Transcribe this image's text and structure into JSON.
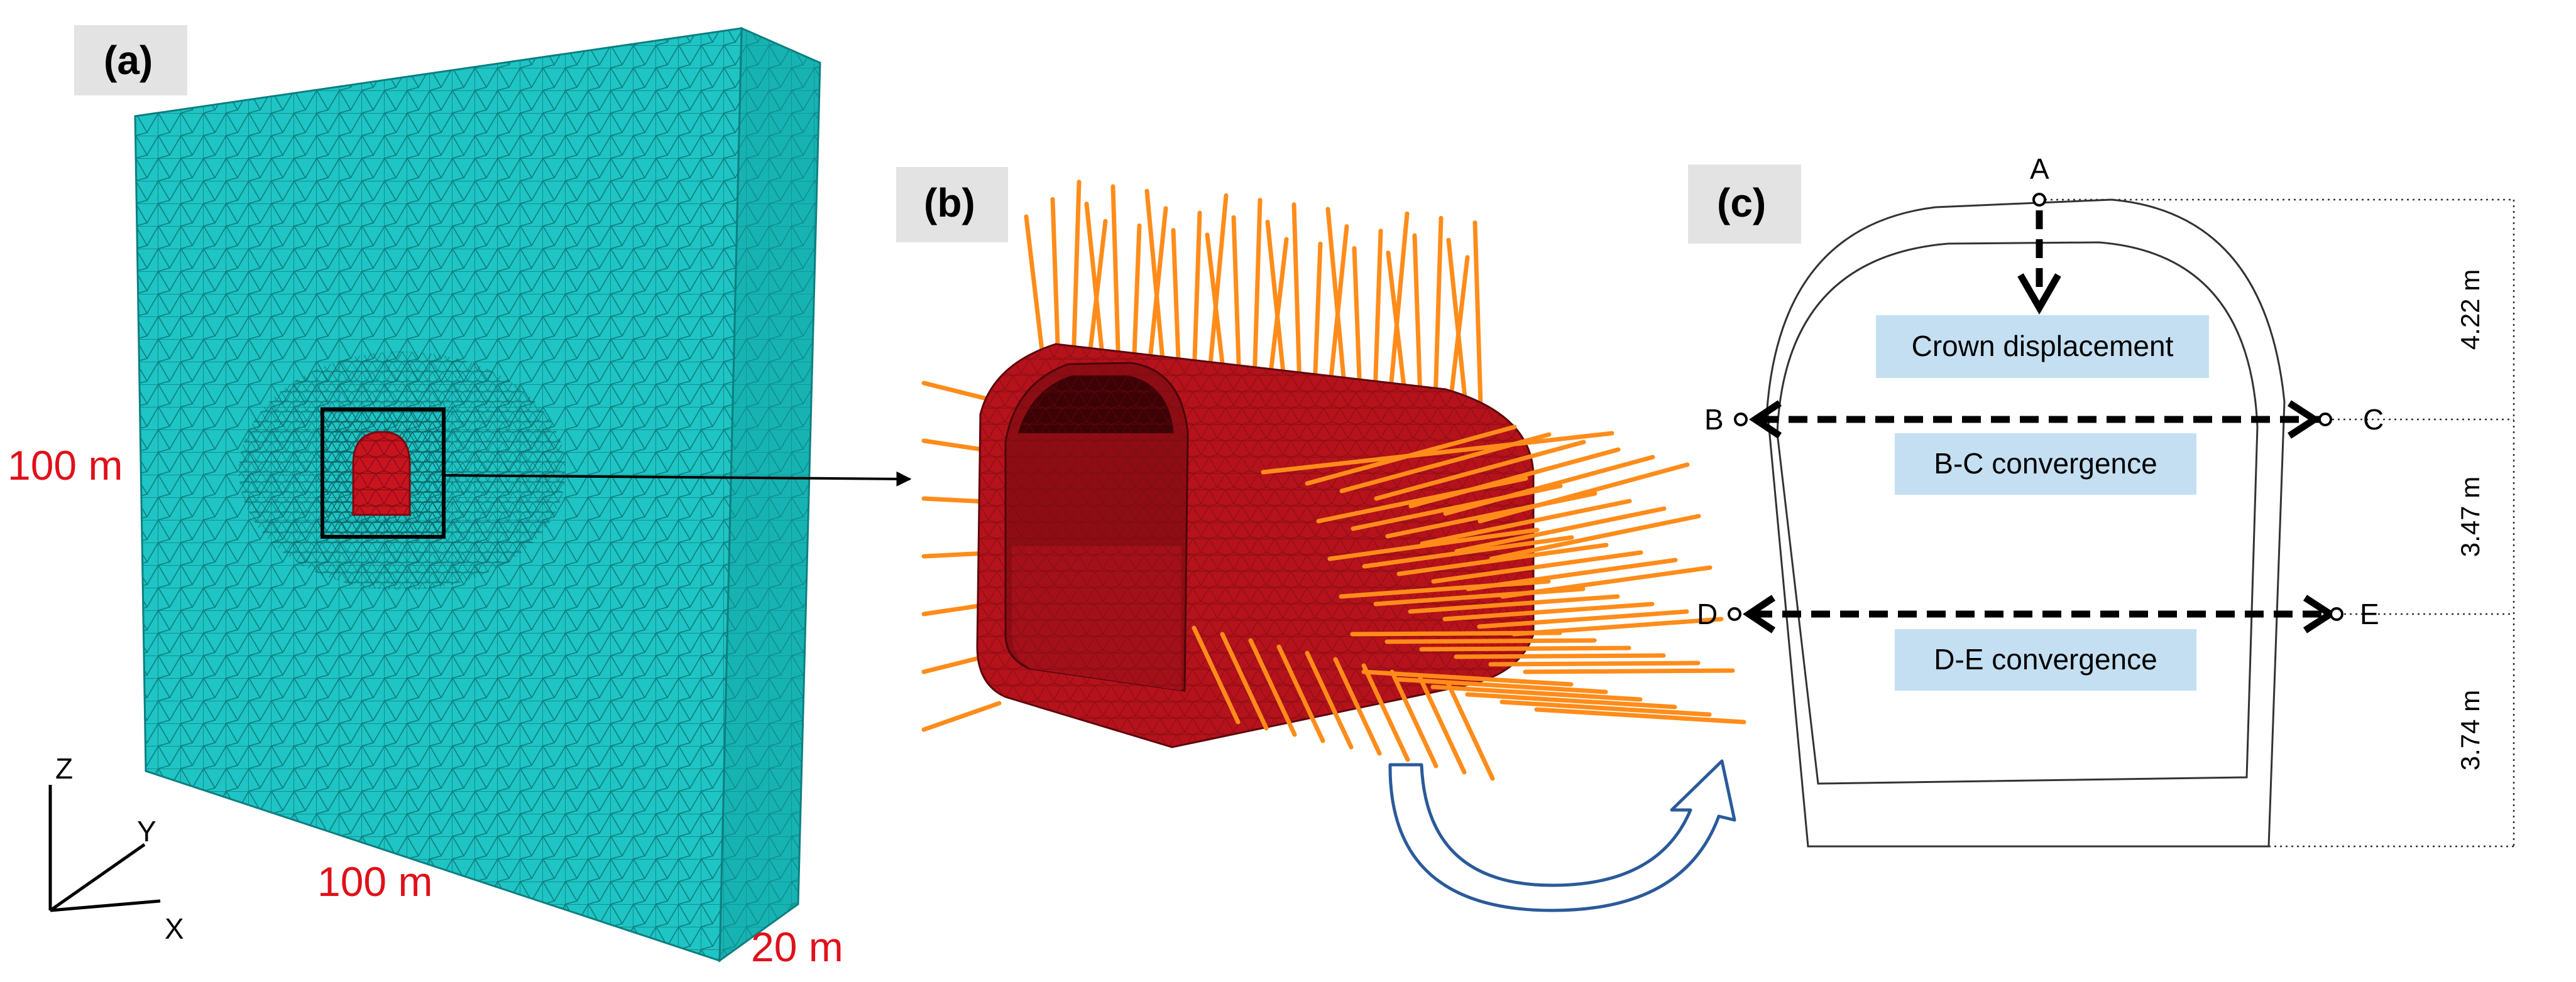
{
  "panels": {
    "a": {
      "tag": "(a)"
    },
    "b": {
      "tag": "(b)"
    },
    "c": {
      "tag": "(c)"
    }
  },
  "dimensions": {
    "height": "100 m",
    "width": "100 m",
    "depth": "20 m"
  },
  "axes": {
    "z": "Z",
    "y": "Y",
    "x": "X"
  },
  "points": {
    "a": "A",
    "b": "B",
    "c": "C",
    "d": "D",
    "e": "E"
  },
  "measurements": {
    "crown": "Crown displacement",
    "bc": "B-C convergence",
    "de": "D-E convergence"
  },
  "vertical_dims": {
    "upper": "4.22 m",
    "middle": "3.47 m",
    "lower": "3.74 m"
  },
  "colors": {
    "mesh_fill": "#1fc4c4",
    "mesh_side": "#17b3b3",
    "tunnel_red": "#b5121b",
    "bolt_orange": "#ff8c1a",
    "label_box": "#c4dff2",
    "tag_bg": "#e3e3e3",
    "flow_arrow": "#2a5a9a"
  }
}
